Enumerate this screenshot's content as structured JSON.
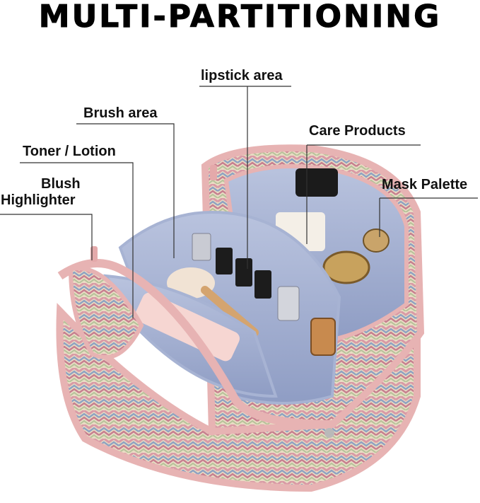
{
  "title": "MULTI-PARTITIONING",
  "labels": {
    "lipstick": "lipstick area",
    "brush": "Brush area",
    "care": "Care Products",
    "toner": "Toner / Lotion",
    "mask": "Mask Palette",
    "blush_line1": "Blush",
    "blush_line2": "Highlighter"
  },
  "colors": {
    "pink_trim": "#e7b3b3",
    "lining": "#a9b5d3",
    "lining_dark": "#8796bd",
    "chevron_pink": "#d99aa6",
    "chevron_blue": "#8ea2c2",
    "chevron_cream": "#e9dcc4"
  }
}
